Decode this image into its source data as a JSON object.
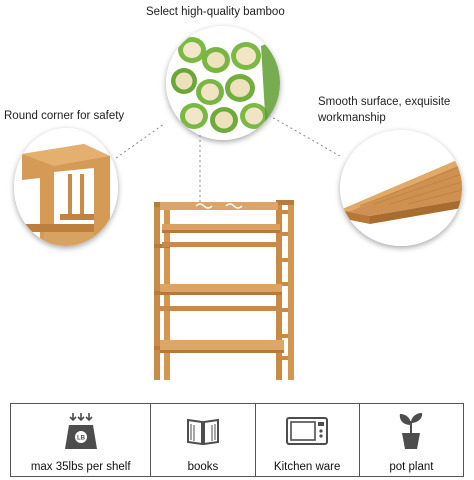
{
  "callouts": {
    "top": "Select high-quality bamboo",
    "left": "Round corner for safety",
    "right_line1": "Smooth surface, exquisite",
    "right_line2": "workmanship"
  },
  "features": [
    {
      "icon": "weight-scale-icon",
      "label": "max 35lbs per shelf"
    },
    {
      "icon": "book-icon",
      "label": "books"
    },
    {
      "icon": "microwave-icon",
      "label": "Kitchen ware"
    },
    {
      "icon": "potted-plant-icon",
      "label": "pot plant"
    }
  ],
  "scale_badge": "LB",
  "colors": {
    "bamboo": "#d59a55",
    "bamboo_dark": "#b87a38",
    "bamboo_green": "#6fae3c",
    "icon_gray": "#4d4d4d"
  }
}
